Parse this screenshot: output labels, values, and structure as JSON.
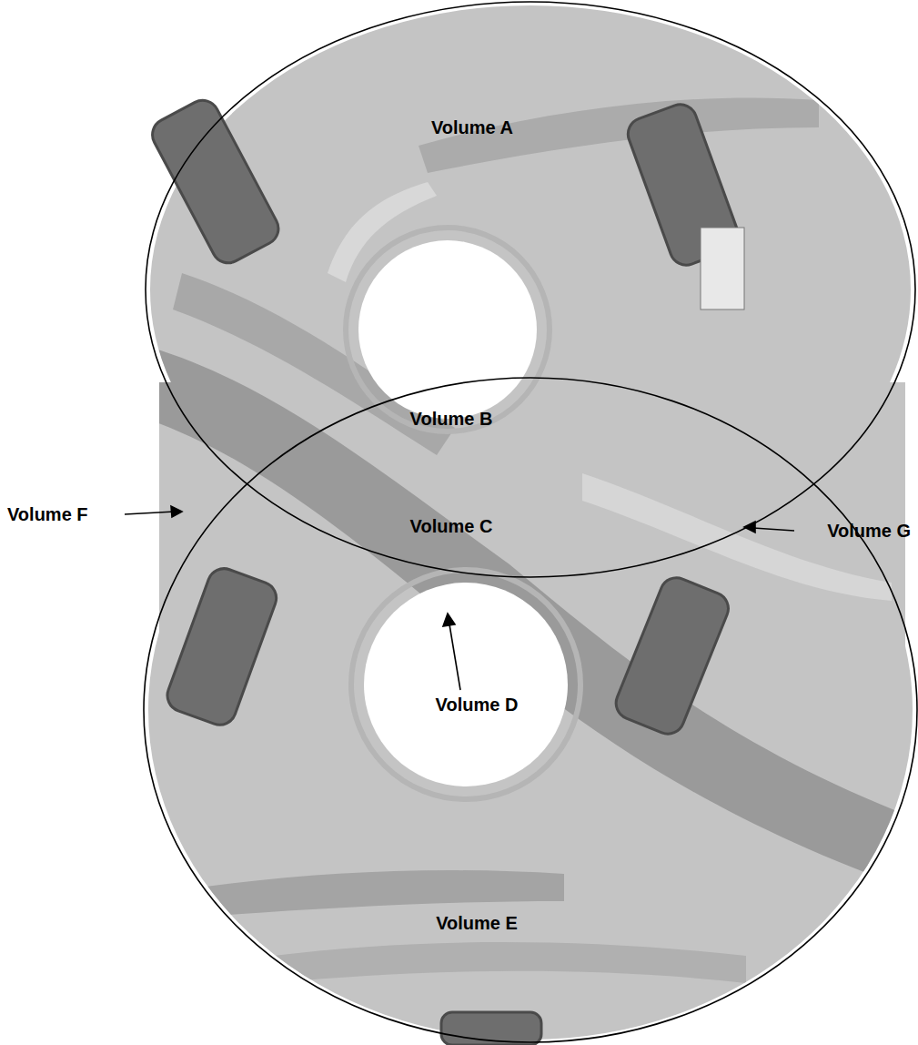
{
  "diagram": {
    "labels": [
      "Volume A",
      "Volume B",
      "Volume F",
      "Volume C",
      "Volume G",
      "Volume D",
      "Volume E"
    ]
  }
}
